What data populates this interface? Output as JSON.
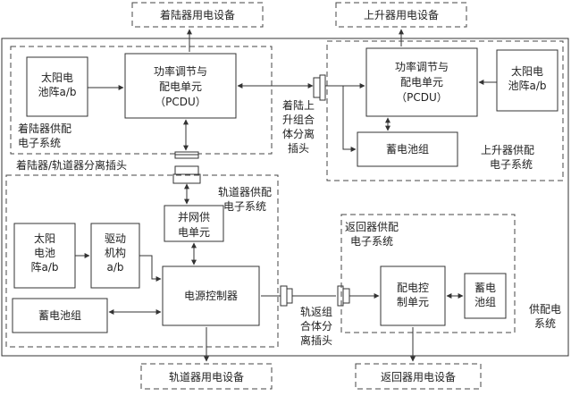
{
  "ext": {
    "lander_equipment": "着陆器用电设备",
    "ascender_equipment": "上升器用电设备",
    "orbiter_equipment": "轨道器用电设备",
    "returner_equipment": "返回器用电设备"
  },
  "lander": {
    "solar": [
      "太阳电",
      "池阵a/b"
    ],
    "pcdu": [
      "功率调节与",
      "配电单元",
      "（PCDU）"
    ],
    "system_label": [
      "着陆器供配",
      "电子系统"
    ]
  },
  "ascender": {
    "solar": [
      "太阳电",
      "池阵a/b"
    ],
    "pcdu": [
      "功率调节与",
      "配电单元",
      "（PCDU）"
    ],
    "battery": "蓄电池组",
    "system_label": [
      "上升器供配",
      "电子系统"
    ]
  },
  "lander_ascender_plug": [
    "着陆上",
    "升组合",
    "体分离",
    "插头"
  ],
  "lander_orbiter_plug": "着陆器/轨道器分离插头",
  "orbiter": {
    "system_label": [
      "轨道器供配",
      "电子系统"
    ],
    "grid": [
      "并网供",
      "电单元"
    ],
    "solar": [
      "太阳",
      "电池",
      "阵a/b"
    ],
    "drive": [
      "驱动",
      "机构",
      "a/b"
    ],
    "controller": "电源控制器",
    "battery": "蓄电池组"
  },
  "orbiter_returner_plug": [
    "轨返组",
    "合体分",
    "离插头"
  ],
  "returner": {
    "system_label": [
      "返回器供配",
      "电子系统"
    ],
    "control": [
      "配电控",
      "制单元"
    ],
    "battery": [
      "蓄电",
      "池组"
    ]
  },
  "overall_label": [
    "供配电",
    "系统"
  ]
}
